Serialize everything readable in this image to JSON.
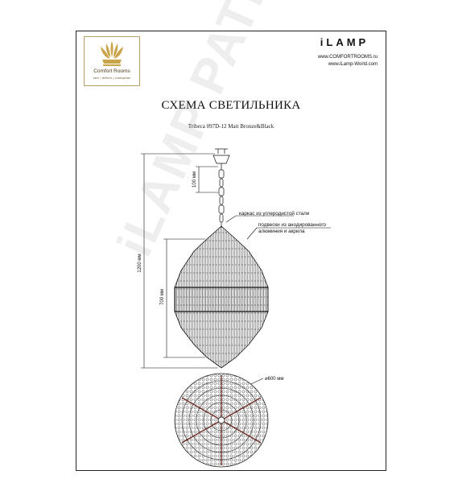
{
  "logo": {
    "name": "Comfort Rooms",
    "tagline": "свет | мебель | освещение"
  },
  "brand": {
    "name": "iLAMP",
    "site_1": "www.COMFORTROOMS.ru",
    "site_2": "www.iLamp-World.com"
  },
  "document": {
    "title": "СХЕМА СВЕТИЛЬНИКА",
    "model": "Tribeca 097D-12 Matt Bronze&Black"
  },
  "dimensions": {
    "canopy_chain": "100 мм",
    "total_height": "1200 мм",
    "body_height": "700 мм",
    "diameter": "⌀600 мм"
  },
  "callouts": {
    "frame": "каркас из углеродистой стали",
    "pendants_line1": "подвески из анодированного",
    "pendants_line2": "алюминия и акрила"
  },
  "watermark": "iLAMP PATENTED",
  "colors": {
    "line": "#111111",
    "logo_gold": "#c9a44a",
    "watermark": "#787878"
  }
}
